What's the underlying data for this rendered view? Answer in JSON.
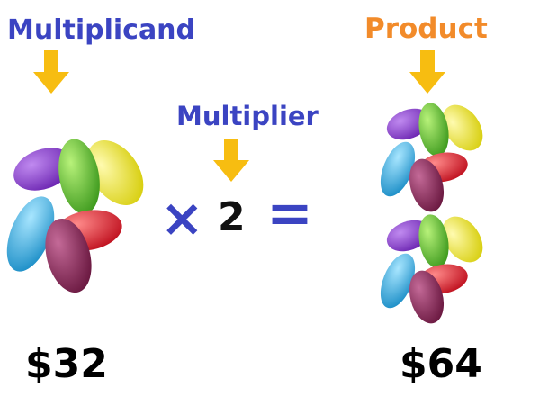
{
  "labels": {
    "multiplicand": "Multiplicand",
    "multiplier": "Multiplier",
    "product": "Product"
  },
  "equation": {
    "times_symbol": "×",
    "multiplier_value": "2",
    "equals_symbol": "="
  },
  "prices": {
    "multiplicand": "$32",
    "product": "$64"
  },
  "colors": {
    "label_blue": "#3b44c2",
    "label_orange": "#f28b2a",
    "arrow_yellow": "#f7bd11",
    "bean_purple": "#8a3fcf",
    "bean_green": "#6cc23a",
    "bean_yellow": "#f2ea3a",
    "bean_blue": "#3fb8e8",
    "bean_red": "#e8303a",
    "bean_maroon": "#8c2d5a"
  }
}
